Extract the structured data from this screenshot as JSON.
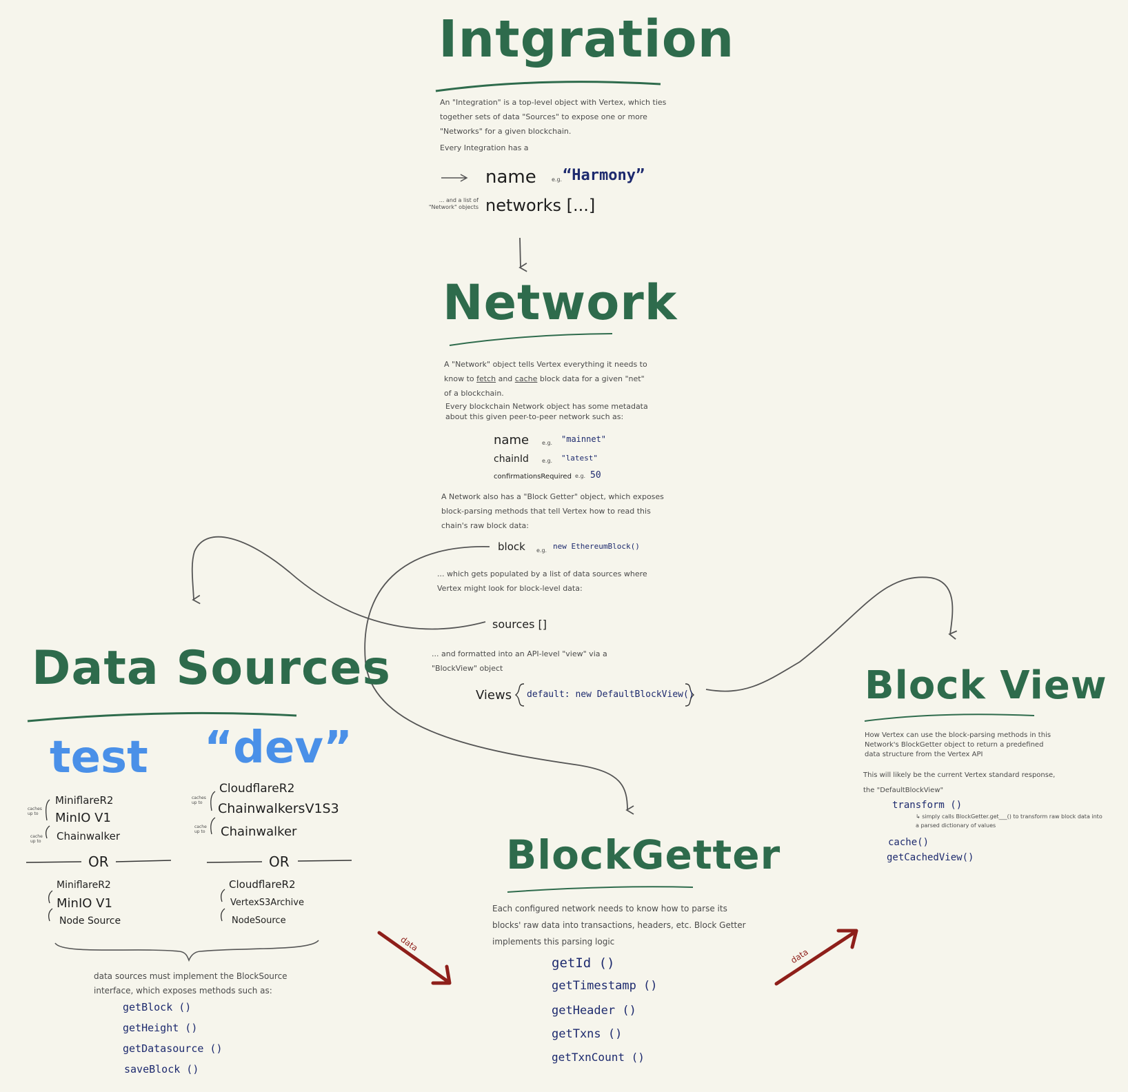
{
  "integration": {
    "title": "Intgration",
    "desc_1": "An \"Integration\" is a top-level object with Vertex, which ties together sets of data \"Sources\" to expose one or more \"Networks\" for a given blockchain.",
    "desc_2": "Every Integration has a",
    "name_field": "name",
    "name_eg": "e.g.",
    "name_value": "“Harmony”",
    "networks_note": "... and a list of \"Network\" objects",
    "networks_field": "networks [...]"
  },
  "network": {
    "title": "Network",
    "desc_1a": "A \"Network\" object tells Vertex everything it needs to know to ",
    "desc_fetch": "fetch",
    "desc_and": " and ",
    "desc_cache": "cache",
    "desc_1b": " block data for a given \"net\" of a blockchain.",
    "desc_2": "Every blockchain Network object has some metadata about this given peer-to-peer network such as:",
    "fields": [
      {
        "name": "name",
        "eg": "e.g.",
        "value": "\"mainnet\""
      },
      {
        "name": "chainId",
        "eg": "e.g.",
        "value": "\"latest\""
      },
      {
        "name": "confirmationsRequired",
        "eg": "e.g.",
        "value": "50"
      }
    ],
    "desc_3": "A Network also has a \"Block Getter\" object, which exposes block-parsing methods that tell Vertex how to read this chain's raw block data:",
    "block_field": "block",
    "block_eg": "e.g.",
    "block_value": "new EthereumBlock()",
    "desc_4": "... which gets populated by a list of data sources where Vertex might look for block-level data:",
    "sources_field": "sources []",
    "desc_5": "... and formatted into an API-level \"view\" via a \"BlockView\" object",
    "views_field": "Views",
    "views_value": "default:  new DefaultBlockView()"
  },
  "data_sources": {
    "title": "Data Sources",
    "test_label": "test",
    "dev_label": "“dev”",
    "caches_up_to": "caches up to",
    "cache_up_to": "cache up to",
    "test_group_1": [
      "MiniflareR2",
      "MinIO V1",
      "Chainwalker"
    ],
    "dev_group_1": [
      "CloudflareR2",
      "ChainwalkersV1S3",
      "Chainwalker"
    ],
    "or_label": "OR",
    "test_group_2": [
      "MiniflareR2",
      "MinIO V1",
      "Node Source"
    ],
    "dev_group_2": [
      "CloudflareR2",
      "VertexS3Archive",
      "NodeSource"
    ],
    "desc": "data sources must implement the BlockSource interface, which exposes methods such as:",
    "methods": [
      "getBlock ()",
      "getHeight ()",
      "getDatasource ()",
      "saveBlock ()"
    ]
  },
  "block_getter": {
    "title": "BlockGetter",
    "desc": "Each configured network needs to know how to parse its blocks' raw data into transactions, headers, etc. Block Getter implements this parsing logic",
    "methods": [
      "getId ()",
      "getTimestamp ()",
      "getHeader ()",
      "getTxns ()",
      "getTxnCount ()"
    ]
  },
  "block_view": {
    "title": "Block View",
    "desc_1": "How Vertex can use the block-parsing methods in this Network's BlockGetter object to return a predefined data structure from the Vertex API",
    "desc_2": "This will likely be the current Vertex standard response, the \"DefaultBlockView\"",
    "transform": "transform ()",
    "transform_note": "↳ simply calls BlockGetter.get___() to transform raw block data into a parsed dictionary of values",
    "cache": "cache()",
    "get_cached_view": "getCachedView()"
  },
  "arrows": {
    "data_label_left": "data",
    "data_label_right": "data"
  },
  "colors": {
    "background": "#f6f5ec",
    "title_green": "#2e6b4c",
    "code_blue": "#1d2a6e",
    "env_blue": "#4a90e8",
    "data_arrow_red": "#8e1f1a"
  }
}
